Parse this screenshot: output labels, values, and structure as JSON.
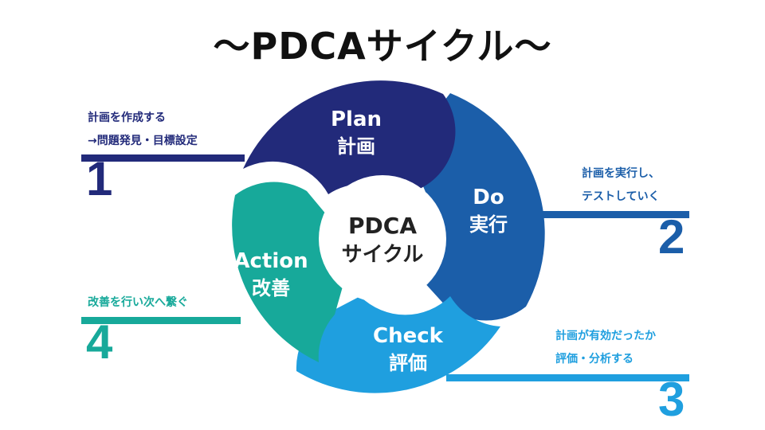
{
  "title": "〜PDCAサイクル〜",
  "center": {
    "line1": "PDCA",
    "line2": "サイクル"
  },
  "colors": {
    "plan": "#222a7a",
    "do": "#1b5ea9",
    "check": "#1f9fdf",
    "action": "#17a99a",
    "center_text": "#222222"
  },
  "steps": [
    {
      "key": "plan",
      "en": "Plan",
      "jp": "計画",
      "number": "1",
      "desc1": "計画を作成する",
      "desc2": "→問題発見・目標設定"
    },
    {
      "key": "do",
      "en": "Do",
      "jp": "実行",
      "number": "2",
      "desc1": "計画を実行し、",
      "desc2": "テストしていく"
    },
    {
      "key": "check",
      "en": "Check",
      "jp": "評価",
      "number": "3",
      "desc1": "計画が有効だったか",
      "desc2": "評価・分析する"
    },
    {
      "key": "action",
      "en": "Action",
      "jp": "改善",
      "number": "4",
      "desc1": "改善を行い次へ繋ぐ",
      "desc2": ""
    }
  ]
}
